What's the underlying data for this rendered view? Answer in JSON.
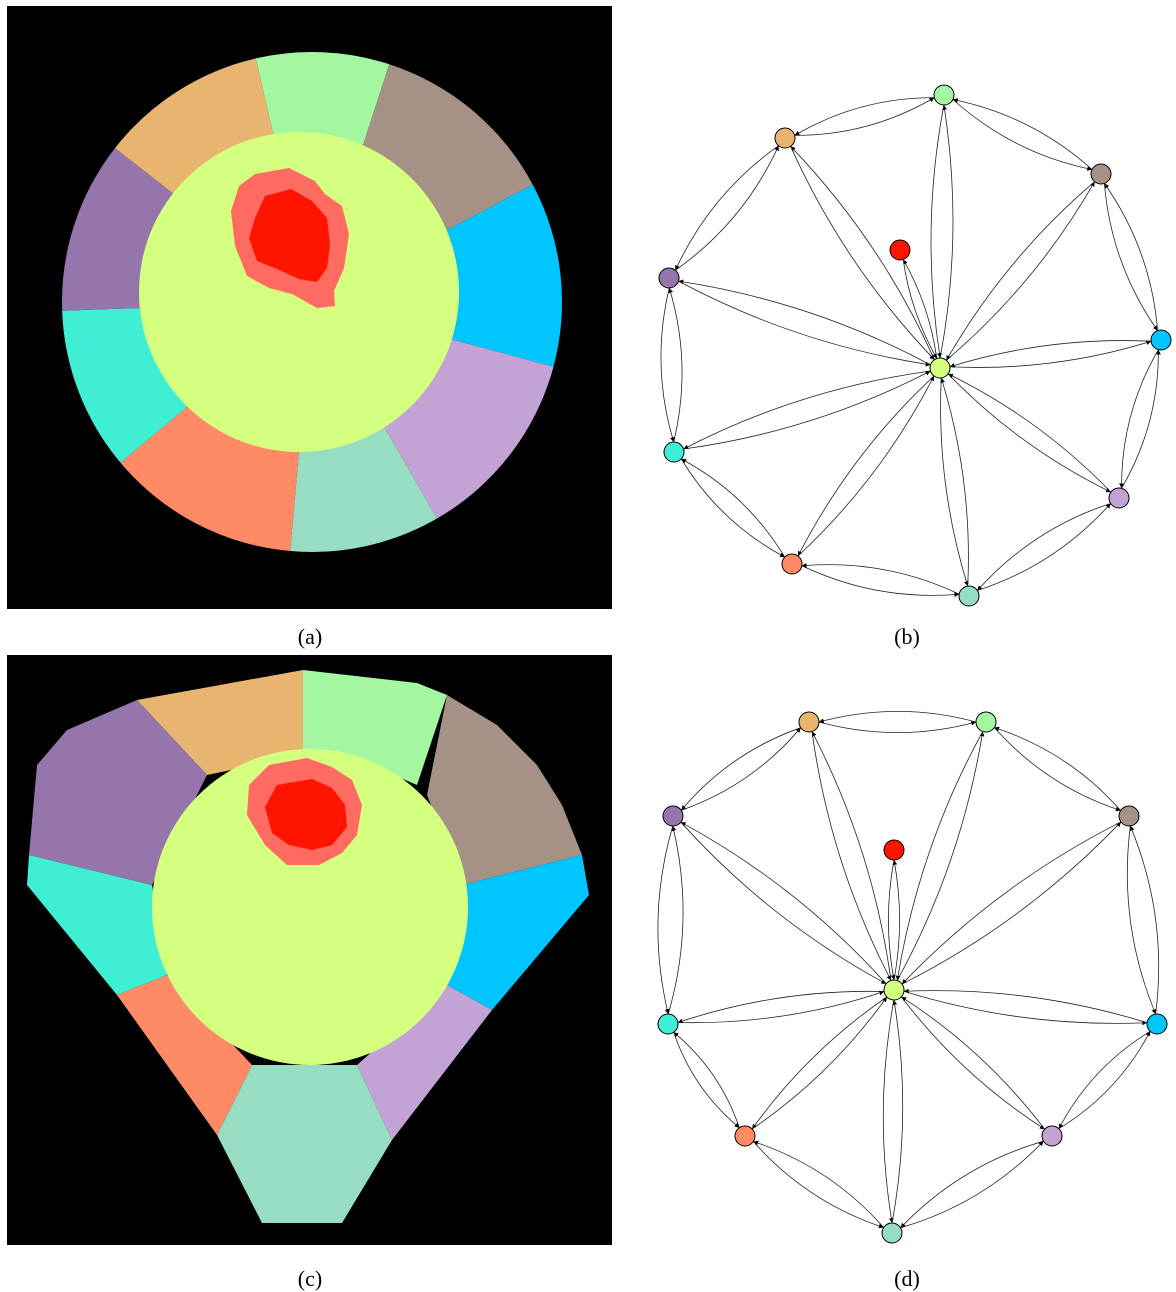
{
  "captions": {
    "a": "(a)",
    "b": "(b)",
    "c": "(c)",
    "d": "(d)"
  },
  "colors": {
    "background": "#000000",
    "center_region": "#d4ff7f",
    "lesion_outer": "#ff6b61",
    "lesion_inner": "#ff1400",
    "segment_top": "#a2f7a0",
    "segment_upper_right": "#a69187",
    "segment_right": "#00c5ff",
    "segment_lower_right": "#c3a3d6",
    "segment_bottom": "#97ddc2",
    "segment_lower_left": "#ff8a65",
    "segment_left": "#3eefd4",
    "segment_upper_left": "#9674ac",
    "segment_top_left": "#e8b570"
  },
  "graph_b": {
    "node_colors": [
      "#d4ff7f",
      "#ff1400",
      "#a2f7a0",
      "#a69187",
      "#00c5ff",
      "#c3a3d6",
      "#97ddc2",
      "#ff8a65",
      "#3eefd4",
      "#9674ac",
      "#e8b570"
    ]
  },
  "graph_d": {
    "node_colors": [
      "#d4ff7f",
      "#ff1400",
      "#a2f7a0",
      "#a69187",
      "#00c5ff",
      "#c3a3d6",
      "#97ddc2",
      "#ff8a65",
      "#3eefd4",
      "#9674ac",
      "#e8b570"
    ]
  }
}
